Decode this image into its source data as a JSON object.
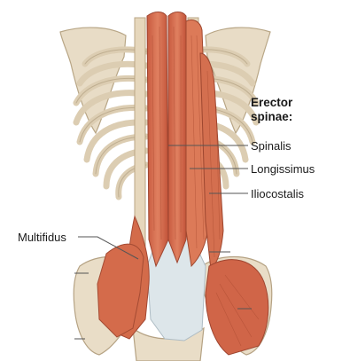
{
  "figure": {
    "heading_line1": "Erector",
    "heading_line2": "spinae:",
    "labels": {
      "spinalis": "Spinalis",
      "longissimus": "Longissimus",
      "iliocostalis": "Iliocostalis",
      "multifidus": "Multifidus"
    }
  },
  "colors": {
    "bone": "#e8dcc6",
    "bone_shadow": "#c9b89a",
    "muscle": "#d8714f",
    "muscle_dark": "#b9503a",
    "fascia": "#dde6ea",
    "leader_line": "#555555"
  }
}
